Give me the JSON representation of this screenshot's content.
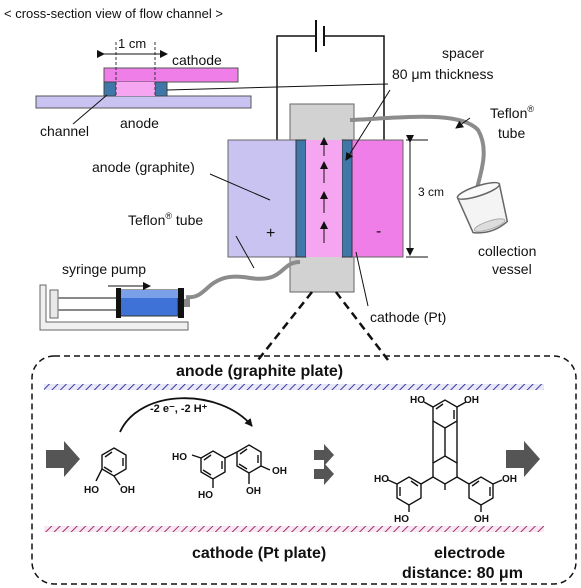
{
  "labels": {
    "cross_section_title": "< cross-section view of flow channel >",
    "width_label": "1 cm",
    "cs_cathode": "cathode",
    "cs_channel": "channel",
    "cs_anode": "anode",
    "spacer_line1": "spacer",
    "spacer_line2": "80 μm thickness",
    "teflon_right_name": "Teflon",
    "teflon_right_reg": "®",
    "teflon_right_word": "tube",
    "anode_graphite": "anode (graphite)",
    "teflon_left_name": "Teflon",
    "teflon_left_reg": "®",
    "teflon_left_word": " tube",
    "syringe_pump": "syringe pump",
    "height_label": "3 cm",
    "collection_line1": "collection",
    "collection_line2": "vessel",
    "cathode_pt": "cathode (Pt)",
    "plus": "+",
    "minus": "-",
    "reaction_top": "anode (graphite plate)",
    "reaction_bottom": "cathode (Pt plate)",
    "electrode_line1": "electrode",
    "electrode_line2": "distance: 80 μm",
    "oxidation": "-2 e⁻, -2 H⁺"
  },
  "molecules": {
    "oh": "OH",
    "ho": "HO"
  },
  "colors": {
    "anode_fill": "#c9c3f2",
    "cathode_fill": "#f07ee8",
    "channel_fill": "#f6a6f1",
    "spacer_fill": "#3f78a8",
    "holder_fill": "#d2d2d2",
    "tube": "#8c8c8c",
    "syringe_liquid": "#3f72d6"
  }
}
